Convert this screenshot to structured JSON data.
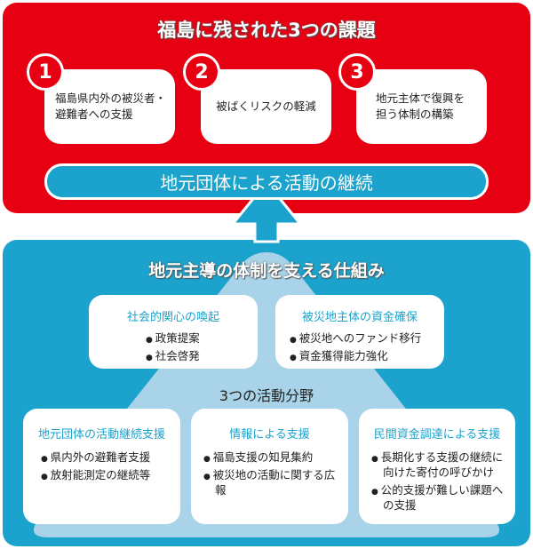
{
  "challenges": {
    "title": "福島に残された3つの課題",
    "items": [
      {
        "num": "1",
        "text": "福島県内外の被災者・避難者への支援"
      },
      {
        "num": "2",
        "text": "被ばくリスクの軽減"
      },
      {
        "num": "3",
        "text": "地元主体で復興を担う体制の構築"
      }
    ],
    "goal": "地元団体による活動の継続"
  },
  "framework": {
    "title": "地元主導の体制を支える仕組み",
    "top": [
      {
        "heading": "社会的関心の喚起",
        "bullets": [
          "政策提案",
          "社会啓発"
        ]
      },
      {
        "heading": "被災地主体の資金確保",
        "bullets": [
          "被災地へのファンド移行",
          "資金獲得能力強化"
        ]
      }
    ],
    "subtitle": "3つの活動分野",
    "bottom": [
      {
        "heading": "地元団体の活動継続支援",
        "bullets": [
          "県内外の避難者支援",
          "放射能測定の継続等"
        ]
      },
      {
        "heading": "情報による支援",
        "bullets": [
          "福島支援の知見集約",
          "被災地の活動に関する広報"
        ]
      },
      {
        "heading": "民間資金調達による支援",
        "bullets": [
          "長期化する支援の継続に向けた寄付の呼びかけ",
          "公的支援が難しい課題への支援"
        ]
      }
    ]
  },
  "colors": {
    "red": "#e60012",
    "blue": "#1ba3cd",
    "light_blue": "#a9d3e8"
  }
}
